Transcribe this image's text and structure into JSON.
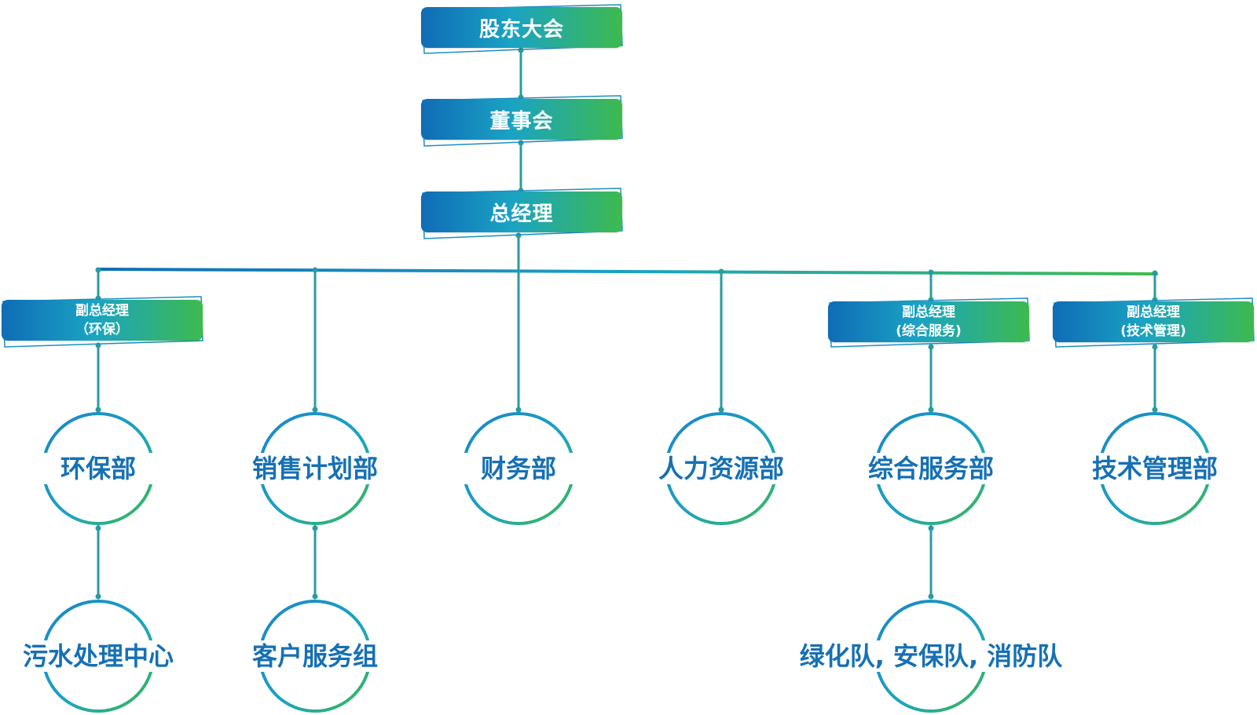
{
  "top_chain": {
    "shareholders": "股东大会",
    "board": "董事会",
    "general_manager": "总经理"
  },
  "deputies": {
    "env": {
      "line1": "副总经理",
      "line2": "（环保）"
    },
    "general_services": {
      "line1": "副总经理",
      "line2": "(综合服务)"
    },
    "tech": {
      "line1": "副总经理",
      "line2": "(技术管理)"
    }
  },
  "departments": {
    "env": "环保部",
    "sales": "销售计划部",
    "finance": "财务部",
    "hr": "人力资源部",
    "general_services": "综合服务部",
    "tech": "技术管理部"
  },
  "units": {
    "sewage": "污水处理中心",
    "customer_service": "客户服务组",
    "teams": "绿化队, 安保队, 消防队"
  },
  "colors": {
    "blue": "#0f6cb6",
    "teal": "#1aa3c3",
    "green": "#3dba4e",
    "text_blue": "#1670b4"
  }
}
